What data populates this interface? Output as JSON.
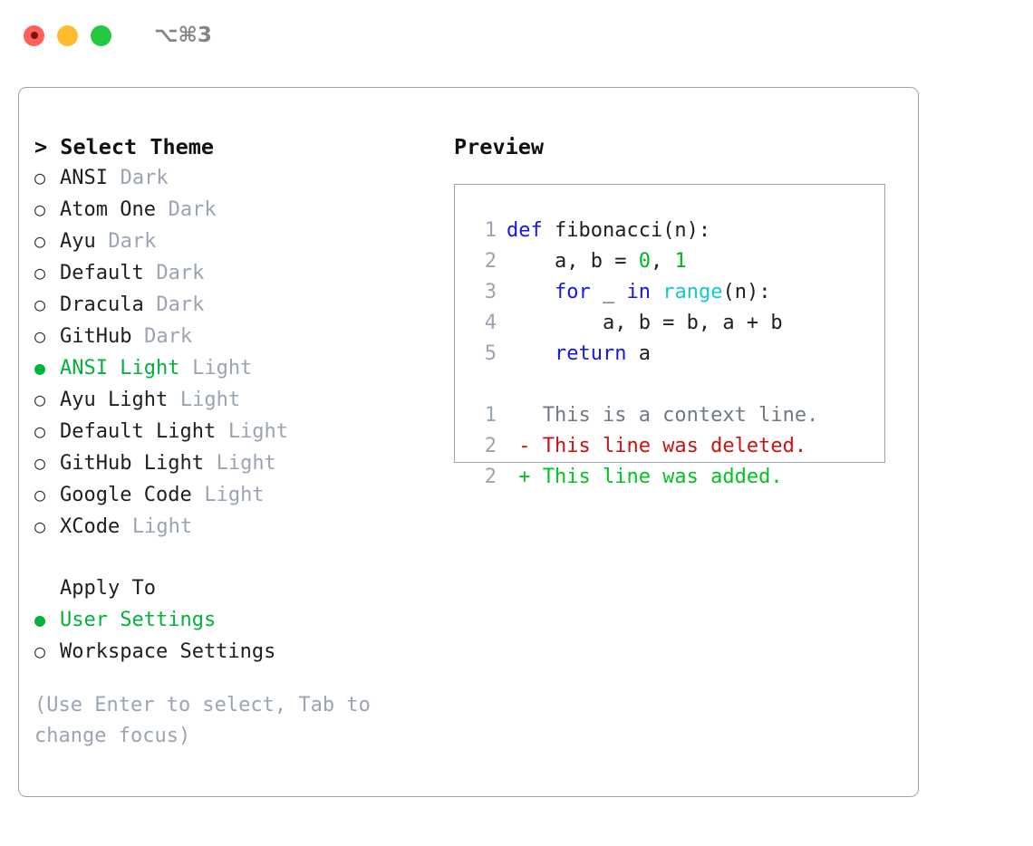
{
  "window": {
    "title": "⌥⌘3",
    "traffic_lights": [
      "close",
      "minimize",
      "maximize"
    ]
  },
  "theme_panel": {
    "heading": "> Select Theme",
    "bullet_selected": "●",
    "bullet_unselected": "○",
    "options": [
      {
        "label": "ANSI",
        "badge": "Dark",
        "selected": false
      },
      {
        "label": "Atom One",
        "badge": "Dark",
        "selected": false
      },
      {
        "label": "Ayu",
        "badge": "Dark",
        "selected": false
      },
      {
        "label": "Default",
        "badge": "Dark",
        "selected": false
      },
      {
        "label": "Dracula",
        "badge": "Dark",
        "selected": false
      },
      {
        "label": "GitHub",
        "badge": "Dark",
        "selected": false
      },
      {
        "label": "ANSI Light",
        "badge": "Light",
        "selected": true
      },
      {
        "label": "Ayu Light",
        "badge": "Light",
        "selected": false
      },
      {
        "label": "Default Light",
        "badge": "Light",
        "selected": false
      },
      {
        "label": "GitHub Light",
        "badge": "Light",
        "selected": false
      },
      {
        "label": "Google Code",
        "badge": "Light",
        "selected": false
      },
      {
        "label": "XCode",
        "badge": "Light",
        "selected": false
      }
    ]
  },
  "apply_to": {
    "heading": "Apply To",
    "options": [
      {
        "label": "User Settings",
        "selected": true
      },
      {
        "label": "Workspace Settings",
        "selected": false
      }
    ]
  },
  "hint": "(Use Enter to select, Tab to change focus)",
  "preview": {
    "heading": "Preview",
    "code_lines": [
      {
        "lineno": "1",
        "tokens": [
          {
            "text": "def ",
            "type": "kw"
          },
          {
            "text": "fibonacci(n):",
            "type": "plain"
          }
        ]
      },
      {
        "lineno": "2",
        "tokens": [
          {
            "text": "    a, b = ",
            "type": "plain"
          },
          {
            "text": "0",
            "type": "num"
          },
          {
            "text": ", ",
            "type": "plain"
          },
          {
            "text": "1",
            "type": "num"
          }
        ]
      },
      {
        "lineno": "3",
        "tokens": [
          {
            "text": "    ",
            "type": "plain"
          },
          {
            "text": "for",
            "type": "kw"
          },
          {
            "text": " _ ",
            "type": "plain"
          },
          {
            "text": "in",
            "type": "kw"
          },
          {
            "text": " ",
            "type": "plain"
          },
          {
            "text": "range",
            "type": "fn"
          },
          {
            "text": "(n):",
            "type": "plain"
          }
        ]
      },
      {
        "lineno": "4",
        "tokens": [
          {
            "text": "        a, b = b, a + b",
            "type": "plain"
          }
        ]
      },
      {
        "lineno": "5",
        "tokens": [
          {
            "text": "    ",
            "type": "plain"
          },
          {
            "text": "return",
            "type": "kw"
          },
          {
            "text": " a",
            "type": "plain"
          }
        ]
      }
    ],
    "diff_lines": [
      {
        "lineno": "1",
        "marker": " ",
        "text": "This is a context line.",
        "kind": "ctx"
      },
      {
        "lineno": "2",
        "marker": "-",
        "text": "This line was deleted.",
        "kind": "del"
      },
      {
        "lineno": "2",
        "marker": "+",
        "text": "This line was added.",
        "kind": "add"
      }
    ]
  },
  "colors": {
    "accent_green": "#00b33c",
    "muted": "#9aa5b1",
    "text": "#1c1f23",
    "keyword": "#1616e8",
    "function": "#14c8d2",
    "number": "#00b528",
    "diff_add": "#00c422",
    "diff_del": "#cc1111",
    "diff_ctx": "#707a83",
    "border": "#9aa5b1"
  }
}
